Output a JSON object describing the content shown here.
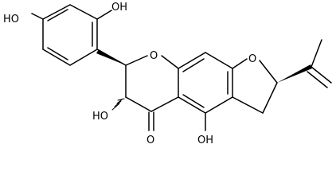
{
  "molecule": {
    "labels": {
      "oh_top_left": "HO",
      "oh_top_right": "OH",
      "ring_oxygen_pyran": "O",
      "ring_oxygen_furan": "O",
      "oh_alpha": "HO",
      "carbonyl_oxygen": "O",
      "oh_bottom": "OH"
    }
  }
}
